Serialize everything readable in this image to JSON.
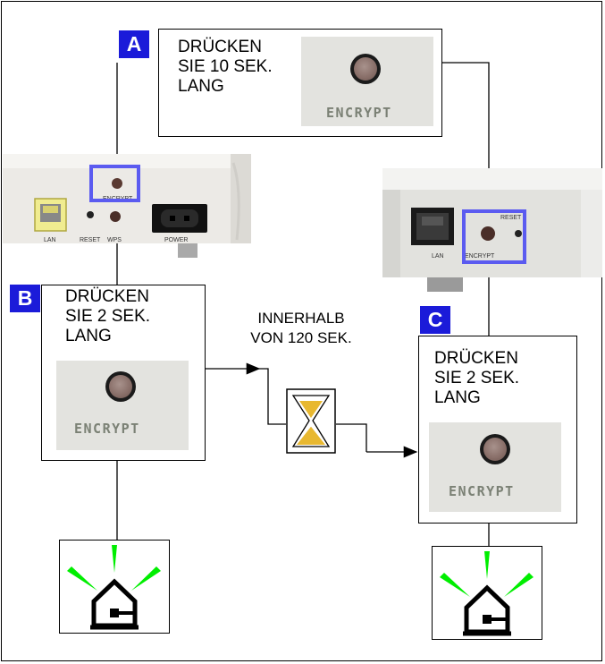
{
  "steps": [
    {
      "badge": "A",
      "instruction": "DRÜCKEN\nSIE 10 SEK.\nLANG",
      "button_label": "ENCRYPT"
    },
    {
      "badge": "B",
      "instruction": "DRÜCKEN\nSIE 2 SEK.\nLANG",
      "button_label": "ENCRYPT"
    },
    {
      "badge": "C",
      "instruction": "DRÜCKEN\nSIE 2 SEK.\nLANG",
      "button_label": "ENCRYPT"
    }
  ],
  "timing_note": "INNERHALB\nVON 120 SEK.",
  "device_left": {
    "port_labels": [
      "LAN",
      "RESET",
      "WPS",
      "POWER"
    ],
    "button_label": "ENCRYPT"
  },
  "device_right": {
    "port_labels": [
      "LAN",
      "ENCRYPT",
      "RESET"
    ]
  },
  "colors": {
    "badge": "#1b1bd9",
    "highlight": "#5b5bf0",
    "led": "#00ee00",
    "hourglass_sand": "#e8b830"
  },
  "icons": [
    "hourglass-icon",
    "house-network-icon",
    "led-light-rays-icon"
  ]
}
